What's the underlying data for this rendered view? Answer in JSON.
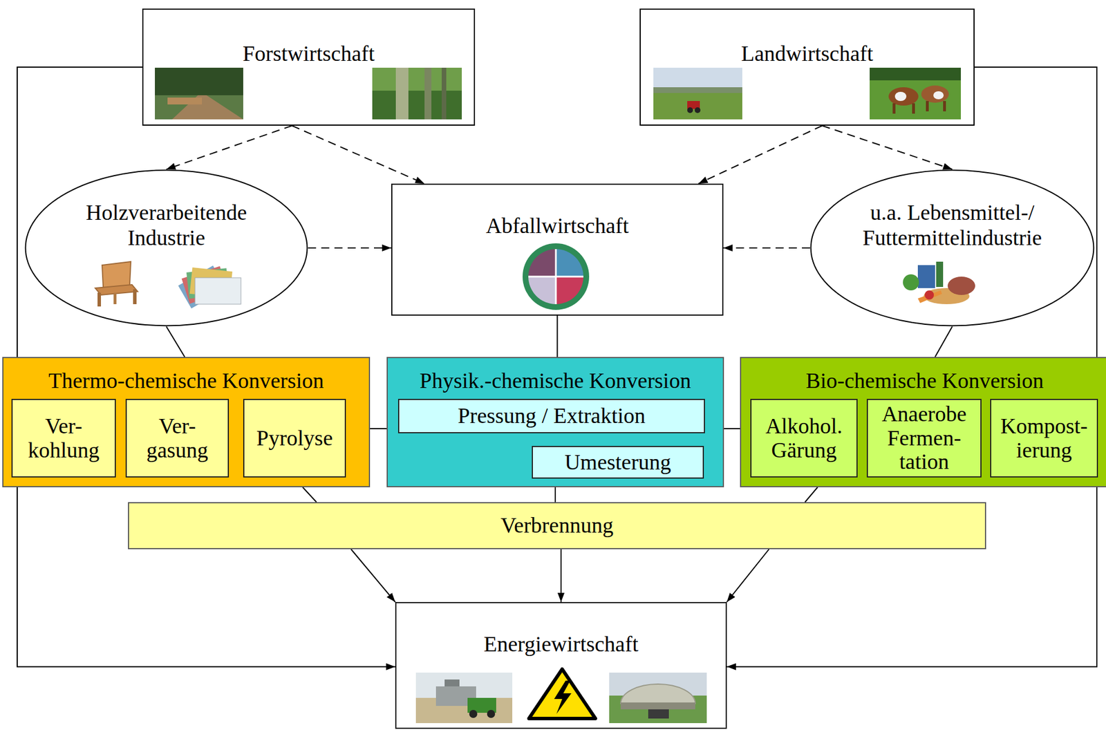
{
  "diagram": {
    "nodes": [
      {
        "text": [
          "Forstwirtschaft"
        ]
      },
      {
        "text": [
          "Landwirtschaft"
        ]
      },
      {
        "text": [
          "Holzverarbeitende Industrie"
        ]
      },
      {
        "text": [
          "Abfallwirtschaft"
        ]
      },
      {
        "text": [
          "u.a. Lebensmittel-/ Futtermittelindustrie"
        ]
      },
      {
        "text": [
          "Thermo-chemische Konversion"
        ]
      },
      {
        "text": [
          "Ver- kohlung"
        ],
        "in": 5
      },
      {
        "text": [
          "Ver- gasung"
        ],
        "in": 5
      },
      {
        "text": [
          "Pyrolyse"
        ],
        "in": 5
      },
      {
        "text": [
          "Physik.-chemische Konversion"
        ]
      },
      {
        "text": [
          "Pressung / Extraktion"
        ],
        "in": 9
      },
      {
        "text": [
          "Umesterung"
        ],
        "in": 9
      },
      {
        "text": [
          "Bio-chemische Konversion"
        ]
      },
      {
        "text": [
          "Alkohol. Gärung"
        ],
        "in": 12
      },
      {
        "text": [
          "Anaerobe Fermen- tation"
        ],
        "in": 12
      },
      {
        "text": [
          "Kompost- ierung"
        ],
        "in": 12
      },
      {
        "text": [
          "Verbrennung"
        ]
      },
      {
        "text": [
          "Energiewirtschaft"
        ]
      }
    ],
    "edges": [
      {
        "from": 0,
        "to": 2,
        "arrow": "to"
      },
      {
        "from": 0,
        "to": 3,
        "arrow": "to"
      },
      {
        "from": 1,
        "to": 3,
        "arrow": "to"
      },
      {
        "from": 1,
        "to": 4,
        "arrow": "to"
      },
      {
        "from": 2,
        "to": 3,
        "arrow": "to"
      },
      {
        "from": 4,
        "to": 3,
        "arrow": "to"
      },
      {
        "from": 0,
        "to": 17,
        "arrow": "to"
      },
      {
        "from": 1,
        "to": 17,
        "arrow": "to"
      },
      {
        "from": 2,
        "to": 5,
        "arrow": "none"
      },
      {
        "from": 3,
        "to": 9,
        "arrow": "none"
      },
      {
        "from": 4,
        "to": 12,
        "arrow": "none"
      },
      {
        "from": 5,
        "to": 9,
        "arrow": "none"
      },
      {
        "from": 9,
        "to": 12,
        "arrow": "none"
      },
      {
        "from": 10,
        "to": 11,
        "arrow": "none"
      },
      {
        "from": 5,
        "to": 16,
        "arrow": "none"
      },
      {
        "from": 9,
        "to": 16,
        "arrow": "none"
      },
      {
        "from": 12,
        "to": 16,
        "arrow": "none"
      },
      {
        "from": 16,
        "to": 17,
        "arrow": "to"
      },
      {
        "from": 16,
        "to": 17,
        "arrow": "to"
      },
      {
        "from": 16,
        "to": 17,
        "arrow": "to"
      }
    ]
  }
}
